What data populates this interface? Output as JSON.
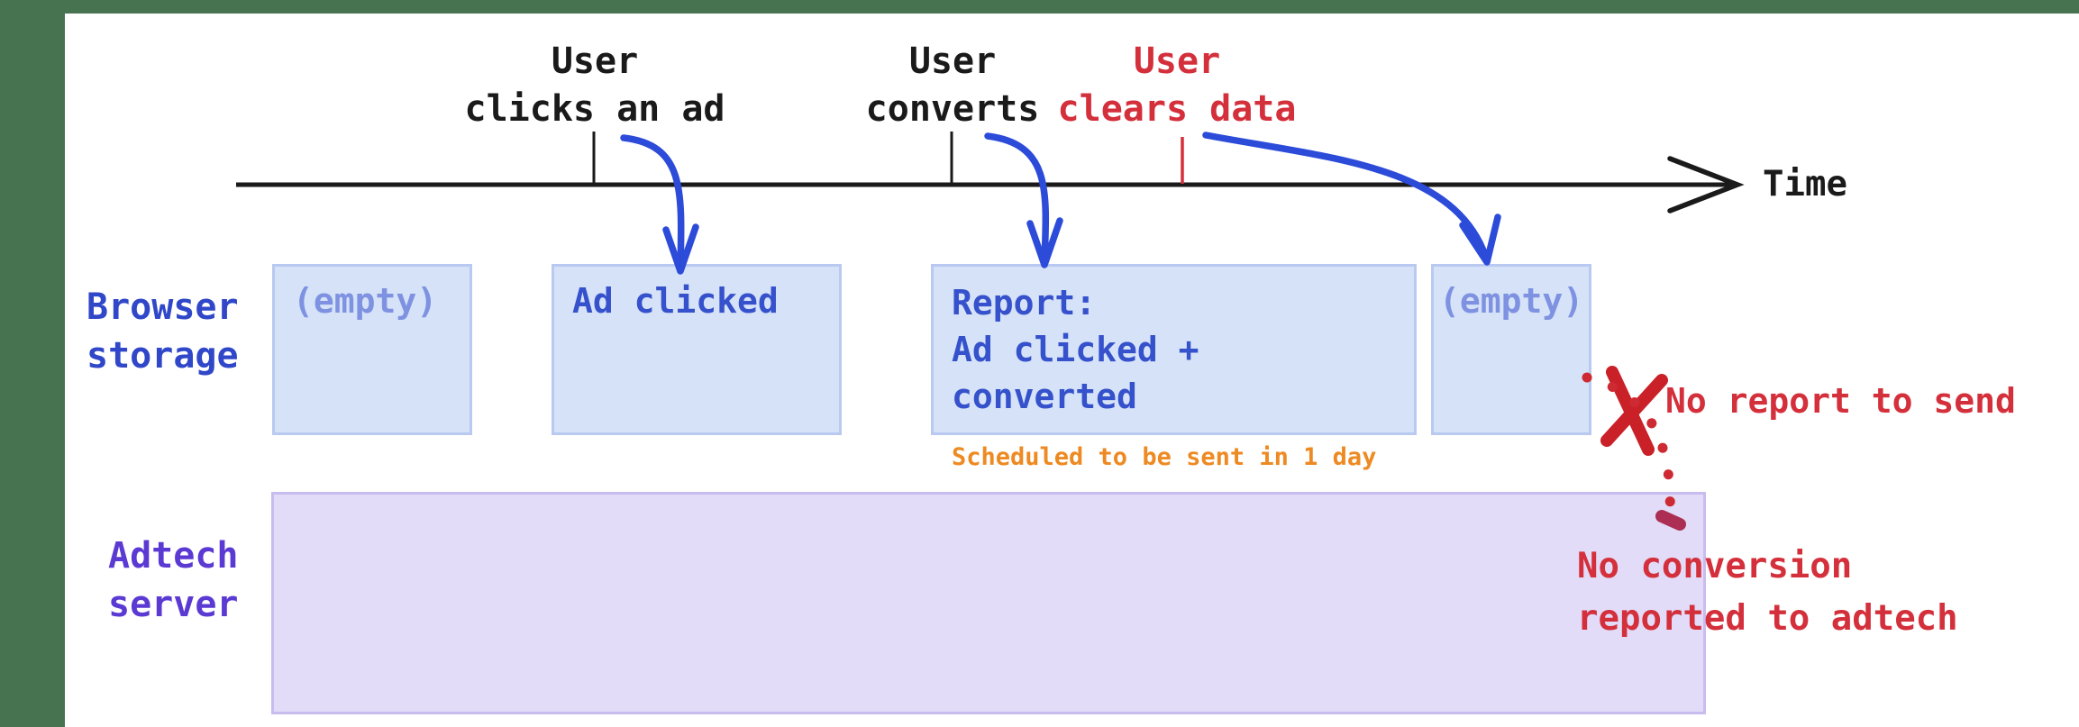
{
  "timeline": {
    "label": "Time",
    "events": [
      {
        "label": "User\nclicks an ad",
        "type": "normal"
      },
      {
        "label": "User\nconverts",
        "type": "normal"
      },
      {
        "label": "User\nclears data",
        "type": "destructive"
      }
    ]
  },
  "rows": [
    {
      "id": "browser-storage",
      "label": "Browser\nstorage"
    },
    {
      "id": "adtech-server",
      "label": "Adtech\nserver"
    }
  ],
  "storage_states": [
    {
      "text": "(empty)",
      "style": "empty"
    },
    {
      "text": "Ad clicked",
      "style": "filled"
    },
    {
      "title": "Report:",
      "body": "Ad clicked + converted",
      "note": "Scheduled to be sent in 1 day",
      "style": "filled"
    },
    {
      "text": "(empty)",
      "style": "empty"
    }
  ],
  "annotations": {
    "no_report": "No report to send",
    "no_conversion": "No conversion\nreported to adtech"
  },
  "colors": {
    "bg": "#FFFFFF",
    "frame_green": "#487351",
    "ink": "#1A1A1A",
    "arrow_blue": "#2C4BD9",
    "box_text_blue": "#3551CB",
    "label_blue": "#2F47C8",
    "empty_blue": "#7E92E1",
    "box_fill": "#D5E2F8",
    "box_border": "#B9C9F0",
    "server_fill": "#E2DCF8",
    "server_border": "#C9BCEE",
    "server_text": "#5B3AD3",
    "alert_red": "#D4303C",
    "x_red": "#C92127",
    "dot_red": "#CE2A33",
    "dash_maroon": "#AC2E52",
    "note_orange": "#EE8A22"
  }
}
